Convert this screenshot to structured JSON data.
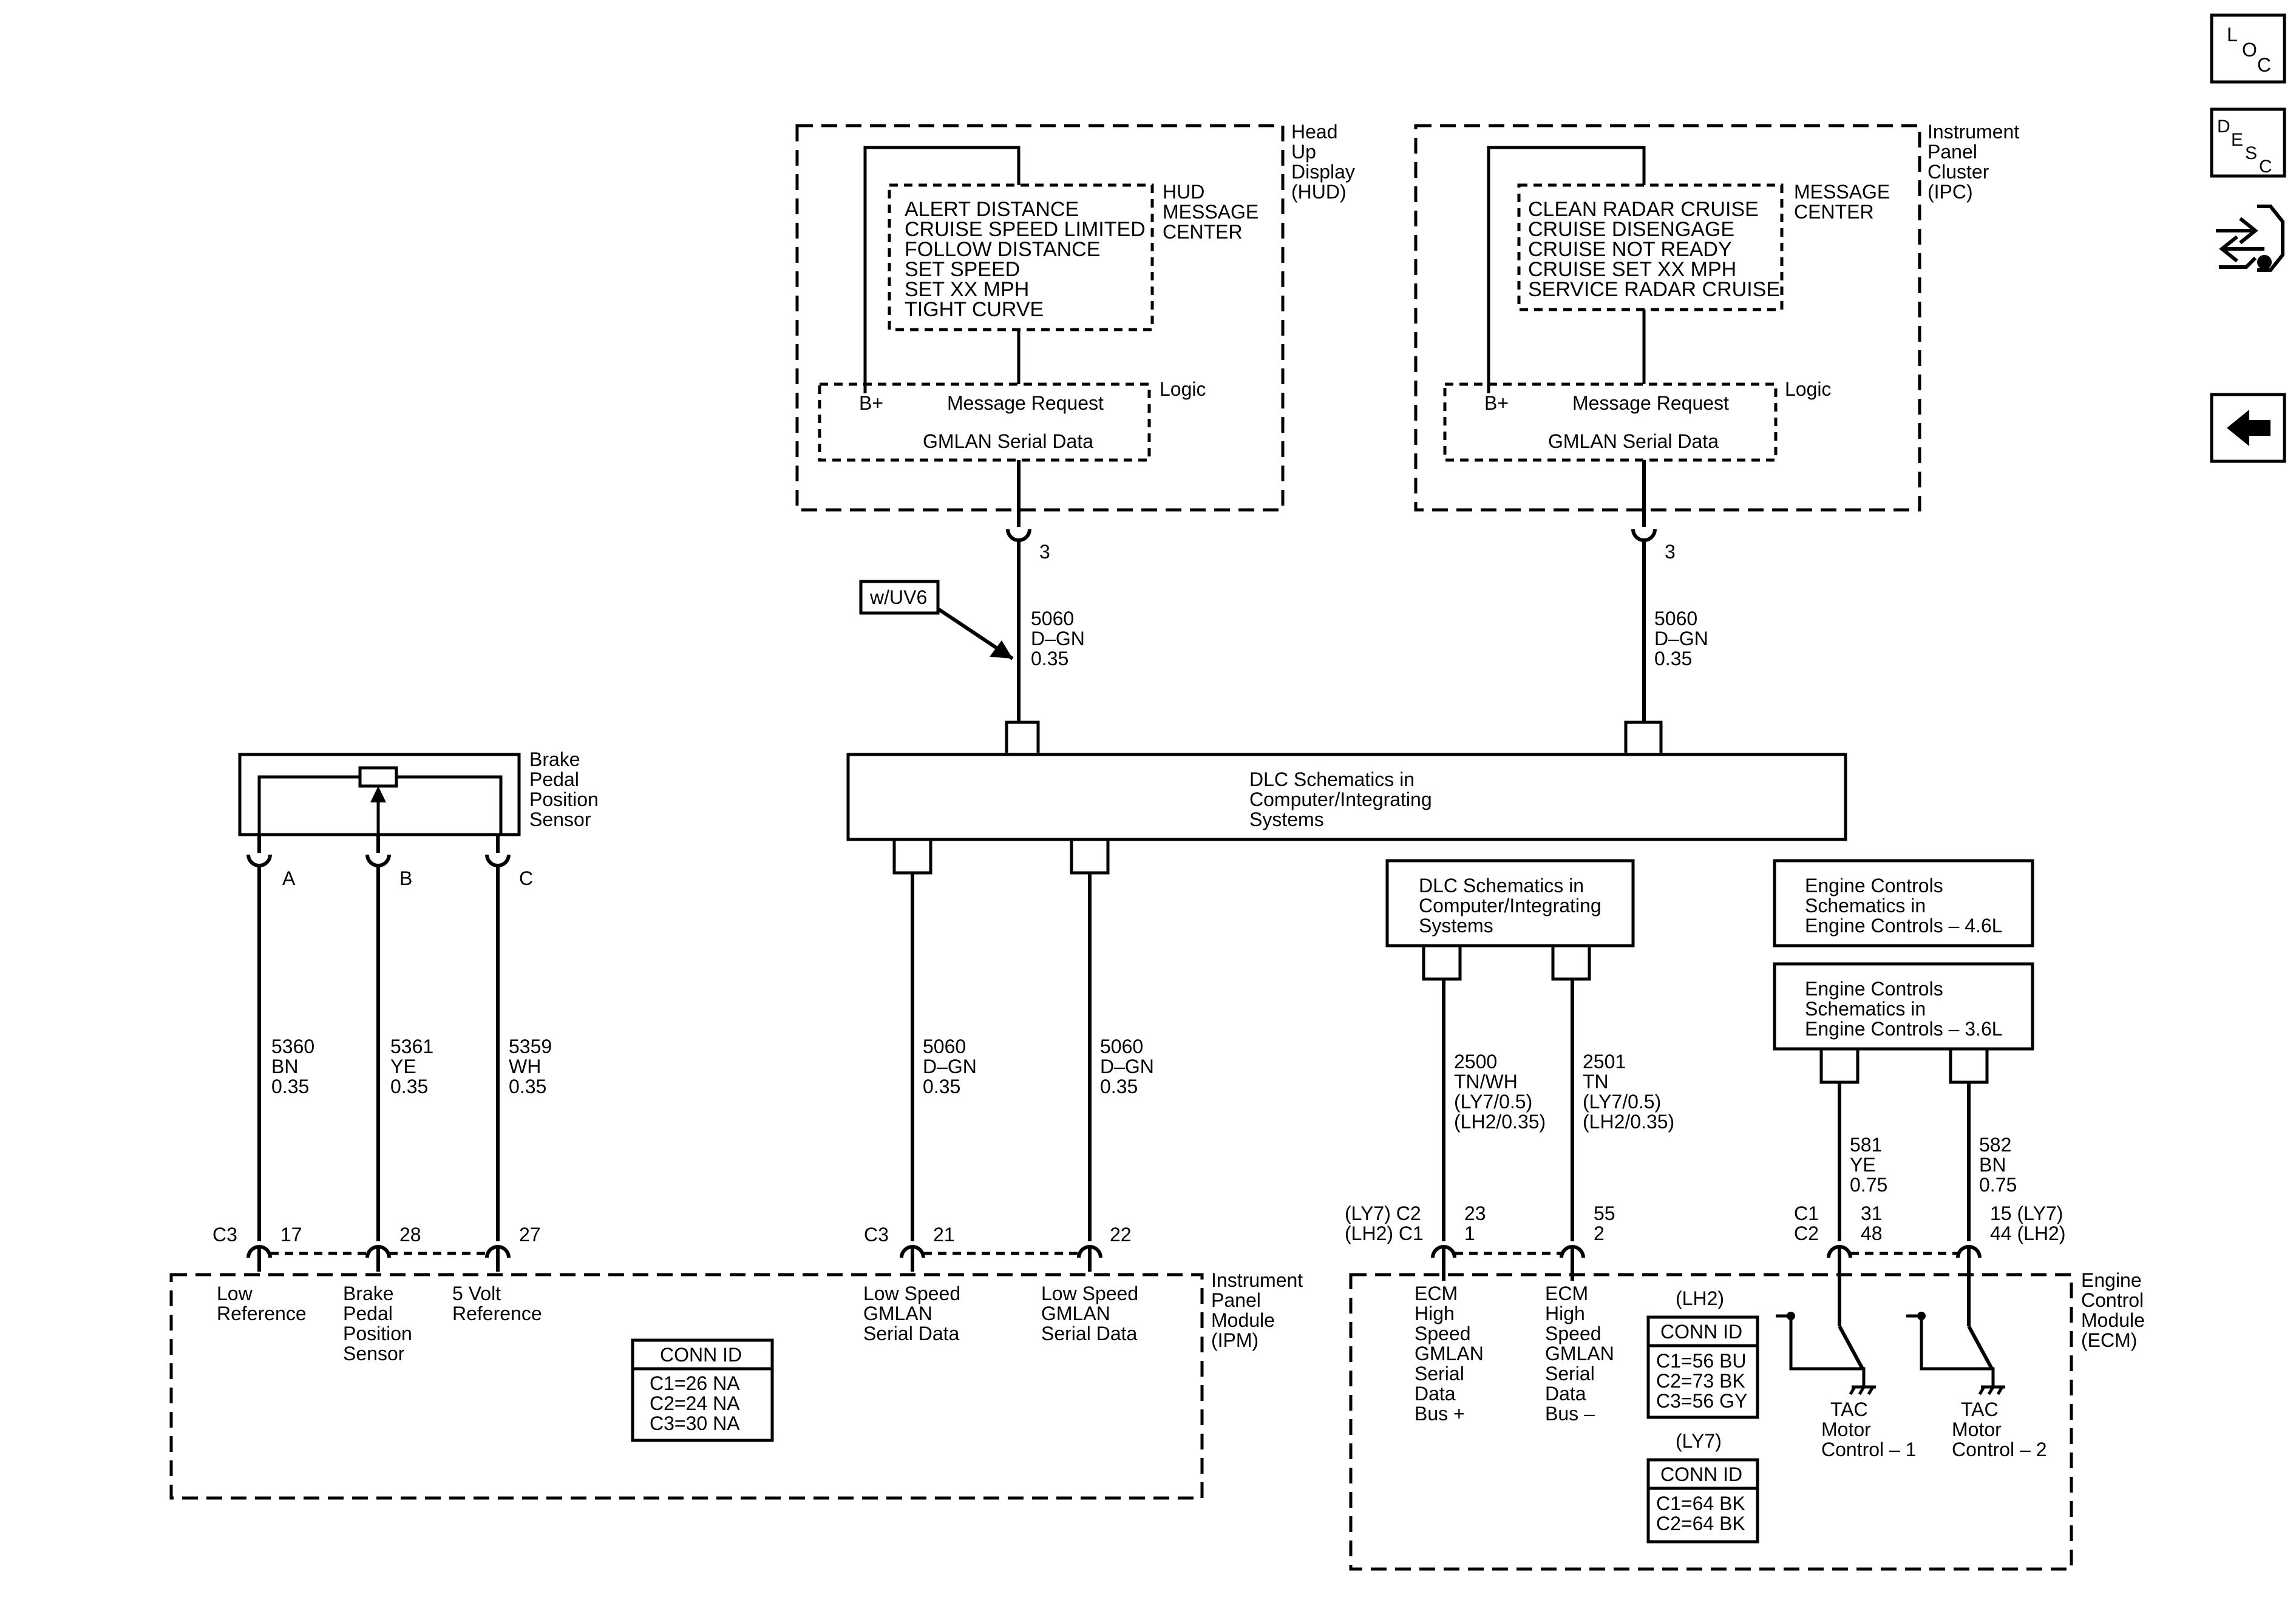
{
  "nav": {
    "loc_letters": [
      "L",
      "O",
      "C"
    ],
    "desc_letters": [
      "D",
      "E",
      "S",
      "C"
    ],
    "icon3": "connector-tools-icon",
    "icon4": "back-arrow-icon"
  },
  "hud": {
    "title": [
      "Head",
      "Up",
      "Display",
      "(HUD)"
    ],
    "msg_label": [
      "HUD",
      "MESSAGE",
      "CENTER"
    ],
    "messages": [
      "ALERT DISTANCE",
      "CRUISE SPEED LIMITED",
      "FOLLOW DISTANCE",
      "SET SPEED",
      "SET XX MPH",
      "TIGHT CURVE"
    ],
    "logic_label": "Logic",
    "bplus": "B+",
    "msg_request": "Message Request",
    "gmlan": "GMLAN Serial Data",
    "pin": "3",
    "option": "w/UV6",
    "wire": [
      "5060",
      "D–GN",
      "0.35"
    ]
  },
  "ipc": {
    "title": [
      "Instrument",
      "Panel",
      "Cluster",
      "(IPC)"
    ],
    "msg_label": [
      "MESSAGE",
      "CENTER"
    ],
    "messages": [
      "CLEAN RADAR CRUISE",
      "CRUISE DISENGAGE",
      "CRUISE NOT READY",
      "CRUISE SET XX MPH",
      "SERVICE RADAR CRUISE"
    ],
    "logic_label": "Logic",
    "bplus": "B+",
    "msg_request": "Message Request",
    "gmlan": "GMLAN Serial Data",
    "pin": "3",
    "wire": [
      "5060",
      "D–GN",
      "0.35"
    ]
  },
  "dlc_main": [
    "DLC Schematics in",
    "Computer/Integrating",
    "Systems"
  ],
  "bpps": {
    "title": [
      "Brake",
      "Pedal",
      "Position",
      "Sensor"
    ],
    "pins": [
      "A",
      "B",
      "C"
    ],
    "wires": [
      [
        "5360",
        "BN",
        "0.35"
      ],
      [
        "5361",
        "YE",
        "0.35"
      ],
      [
        "5359",
        "WH",
        "0.35"
      ]
    ]
  },
  "ipm": {
    "title": [
      "Instrument",
      "Panel",
      "Module",
      "(IPM)"
    ],
    "conn_c3a": "C3",
    "conn_c3b": "C3",
    "pins": [
      "17",
      "28",
      "27",
      "21",
      "22"
    ],
    "labels": [
      [
        "Low",
        "Reference"
      ],
      [
        "Brake",
        "Pedal",
        "Position",
        "Sensor"
      ],
      [
        "5 Volt",
        "Reference"
      ],
      [
        "Low Speed",
        "GMLAN",
        "Serial Data"
      ],
      [
        "Low Speed",
        "GMLAN",
        "Serial Data"
      ]
    ],
    "lsgm_wires": [
      [
        "5060",
        "D–GN",
        "0.35"
      ],
      [
        "5060",
        "D–GN",
        "0.35"
      ]
    ],
    "conn_id_title": "CONN ID",
    "conn_id": [
      "C1=26 NA",
      "C2=24 NA",
      "C3=30 NA"
    ]
  },
  "dlc_small": [
    "DLC Schematics in",
    "Computer/Integrating",
    "Systems"
  ],
  "eng46": [
    "Engine Controls",
    "Schematics in",
    "Engine Controls – 4.6L"
  ],
  "eng36": [
    "Engine Controls",
    "Schematics in",
    "Engine Controls – 3.6L"
  ],
  "ecm": {
    "title": [
      "Engine",
      "Control",
      "Module",
      "(ECM)"
    ],
    "hs_wires": [
      [
        "2500",
        "TN/WH",
        "(LY7/0.5)",
        "(LH2/0.35)"
      ],
      [
        "2501",
        "TN",
        "(LY7/0.5)",
        "(LH2/0.35)"
      ]
    ],
    "tac_wires": [
      [
        "581",
        "YE",
        "0.75"
      ],
      [
        "582",
        "BN",
        "0.75"
      ]
    ],
    "conn_left": [
      "(LY7) C2",
      "(LH2) C1"
    ],
    "pins_left": [
      [
        "23",
        "1"
      ],
      [
        "55",
        "2"
      ]
    ],
    "conn_right": [
      "C1",
      "C2"
    ],
    "pins_right": [
      [
        "31",
        "48"
      ],
      [
        "15 (LY7)",
        "44 (LH2)"
      ]
    ],
    "labels": [
      [
        "ECM",
        "High",
        "Speed",
        "GMLAN",
        "Serial",
        "Data",
        "Bus +"
      ],
      [
        "ECM",
        "High",
        "Speed",
        "GMLAN",
        "Serial",
        "Data",
        "Bus –"
      ],
      [
        "TAC",
        "Motor",
        "Control – 1"
      ],
      [
        "TAC",
        "Motor",
        "Control – 2"
      ]
    ],
    "lh2_label": "(LH2)",
    "lh2_title": "CONN ID",
    "lh2_conn": [
      "C1=56 BU",
      "C2=73 BK",
      "C3=56 GY"
    ],
    "ly7_label": "(LY7)",
    "ly7_title": "CONN ID",
    "ly7_conn": [
      "C1=64 BK",
      "C2=64 BK"
    ]
  }
}
